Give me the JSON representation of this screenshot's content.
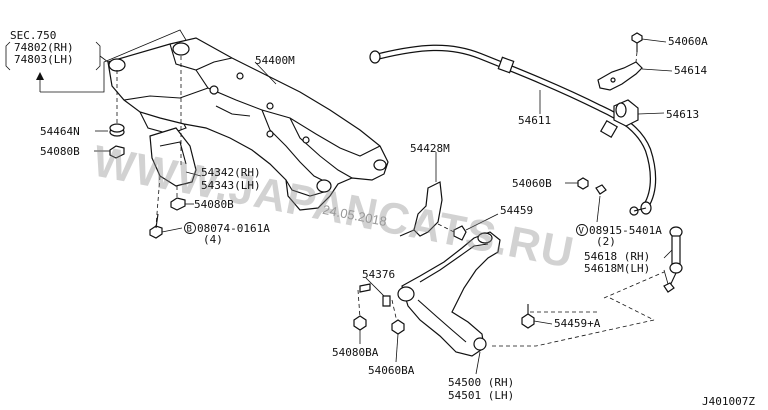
{
  "callouts": {
    "sec": "SEC.750",
    "p74802": "74802(RH)",
    "p74803": "74803(LH)",
    "p54400m": "54400M",
    "p54464n": "54464N",
    "p54080b_1": "54080B",
    "p54342": "54342(RH)",
    "p54343": "54343(LH)",
    "p54080b_2": "54080B",
    "p08074_symbol": "B",
    "p08074": "08074-0161A",
    "p08074_qty": "(4)",
    "p54428m": "54428M",
    "p54459": "54459",
    "p54376": "54376",
    "p54080ba": "54080BA",
    "p54060ba": "54060BA",
    "p54500": "54500 (RH)",
    "p54501": "54501 (LH)",
    "p54459a": "54459+A",
    "p54060a": "54060A",
    "p54614": "54614",
    "p54613": "54613",
    "p54611": "54611",
    "p54060b": "54060B",
    "p08915_symbol": "V",
    "p08915": "08915-5401A",
    "p08915_qty": "(2)",
    "p54618": "54618 (RH)",
    "p54618m": "54618M(LH)"
  },
  "watermark": {
    "text": "WWW.JAPANCATS.RU",
    "date": "24.05.2018"
  },
  "diagram_code": "J401007Z"
}
